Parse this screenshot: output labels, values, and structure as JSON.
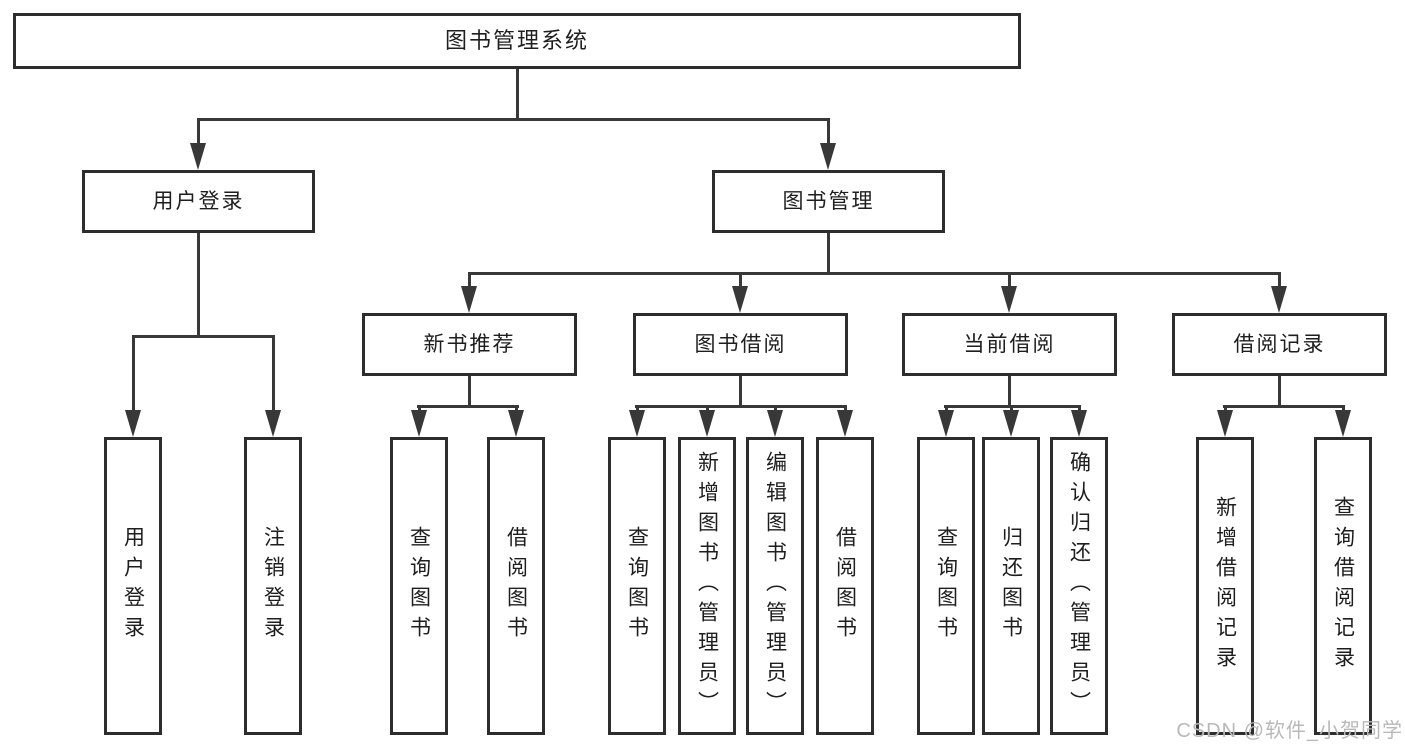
{
  "tree": {
    "root": "图书管理系统",
    "branches": [
      {
        "label": "用户登录",
        "children": [
          "用户登录",
          "注销登录"
        ]
      },
      {
        "label": "图书管理",
        "groups": [
          {
            "label": "新书推荐",
            "children": [
              "查询图书",
              "借阅图书"
            ]
          },
          {
            "label": "图书借阅",
            "children": [
              "查询图书",
              "新增图书（管理员）",
              "编辑图书（管理员）",
              "借阅图书"
            ]
          },
          {
            "label": "当前借阅",
            "children": [
              "查询图书",
              "归还图书",
              "确认归还（管理员）"
            ]
          },
          {
            "label": "借阅记录",
            "children": [
              "新增借阅记录",
              "查询借阅记录"
            ]
          }
        ]
      }
    ]
  },
  "watermark": "CSDN @软件_小贺同学",
  "colors": {
    "line": "#383838",
    "box_border": "#2d2d2d",
    "text": "#1e1e1e",
    "watermark": "#b9b9b9",
    "background": "#ffffff"
  }
}
